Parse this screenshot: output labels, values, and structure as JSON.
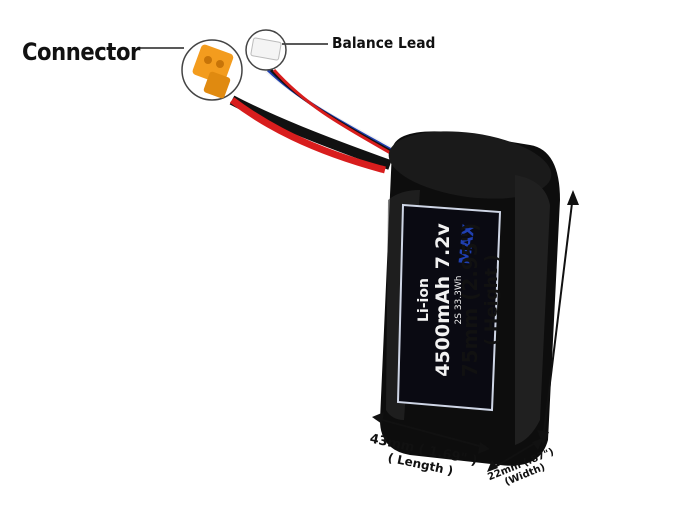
{
  "callouts": {
    "connector": "Connector",
    "balance_lead": "Balance Lead"
  },
  "dimensions": {
    "height_value": "75mm (2.95\")",
    "height_label": "( Height )",
    "length_value": "43mm ( 1.69\" )",
    "length_label": "( Length )",
    "width_value": "22mm (.87\")",
    "width_label": "(Width)"
  },
  "battery_label": {
    "chemistry": "Li-ion",
    "capacity": "4500mAh 7.2v",
    "config": "2S 33.3Wh"
  },
  "colors": {
    "pack": "#0d0d0d",
    "label_border": "#cfd6e6",
    "connector": "#f39c1e",
    "wire_red": "#d81d1d",
    "wire_blue": "#1f3fb0"
  }
}
